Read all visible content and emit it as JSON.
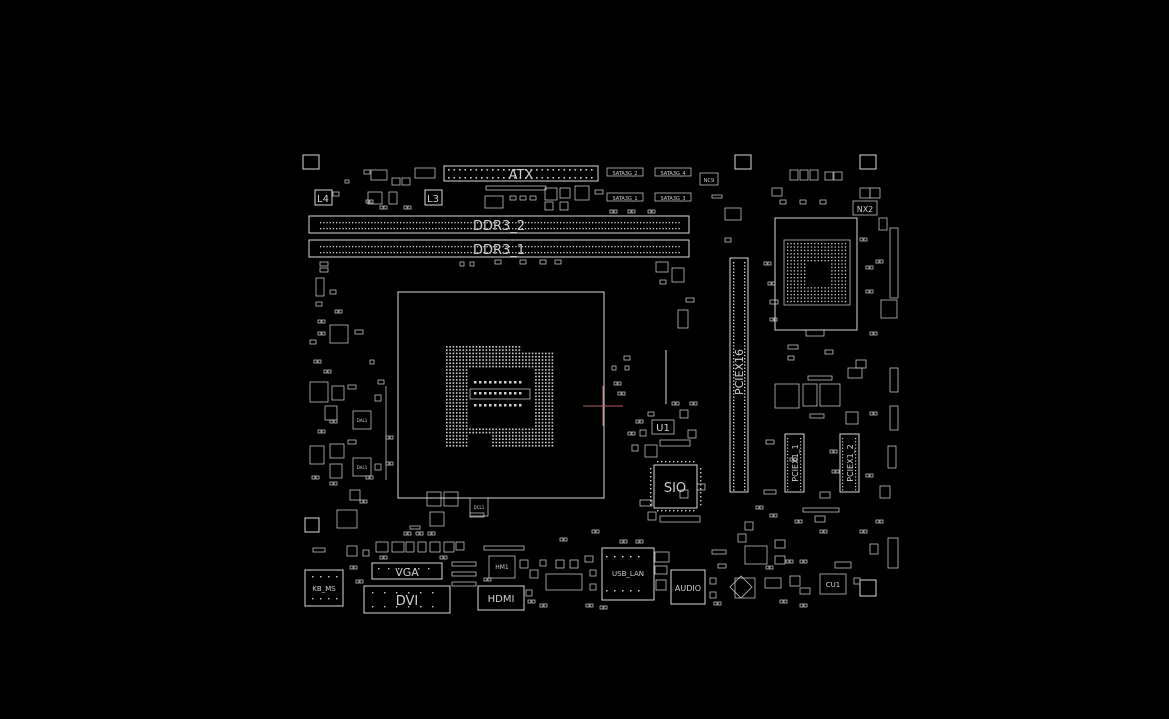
{
  "labels": {
    "atx": "ATX",
    "ddr3_2": "DDR3_2",
    "ddr3_1": "DDR3_1",
    "l4": "L4",
    "l3": "L3",
    "nx2": "NX2",
    "pciex16": "PCIEX16",
    "pciex1_1": "PCIEX1_1",
    "pciex1_2": "PCIEX1_2",
    "u1": "U1",
    "sio": "SIO",
    "vga": "VGA",
    "dvi": "DVI",
    "hdmi": "HDMI",
    "kb_ms": "KB_MS",
    "usb_lan": "USB_LAN",
    "audio": "AUDIO",
    "cu1": "CU1",
    "sata1": "SATA3G_1",
    "sata2": "SATA3G_2",
    "sata3": "SATA3G_3",
    "sata4": "SATA3G_4",
    "hm1": "HM1",
    "dal1": "DAL1",
    "dcl1": "DCL1",
    "nc9": "NC9"
  },
  "colors": {
    "background": "#000000",
    "silkscreen": "#d8d8d8",
    "cursor": "#b06060"
  }
}
